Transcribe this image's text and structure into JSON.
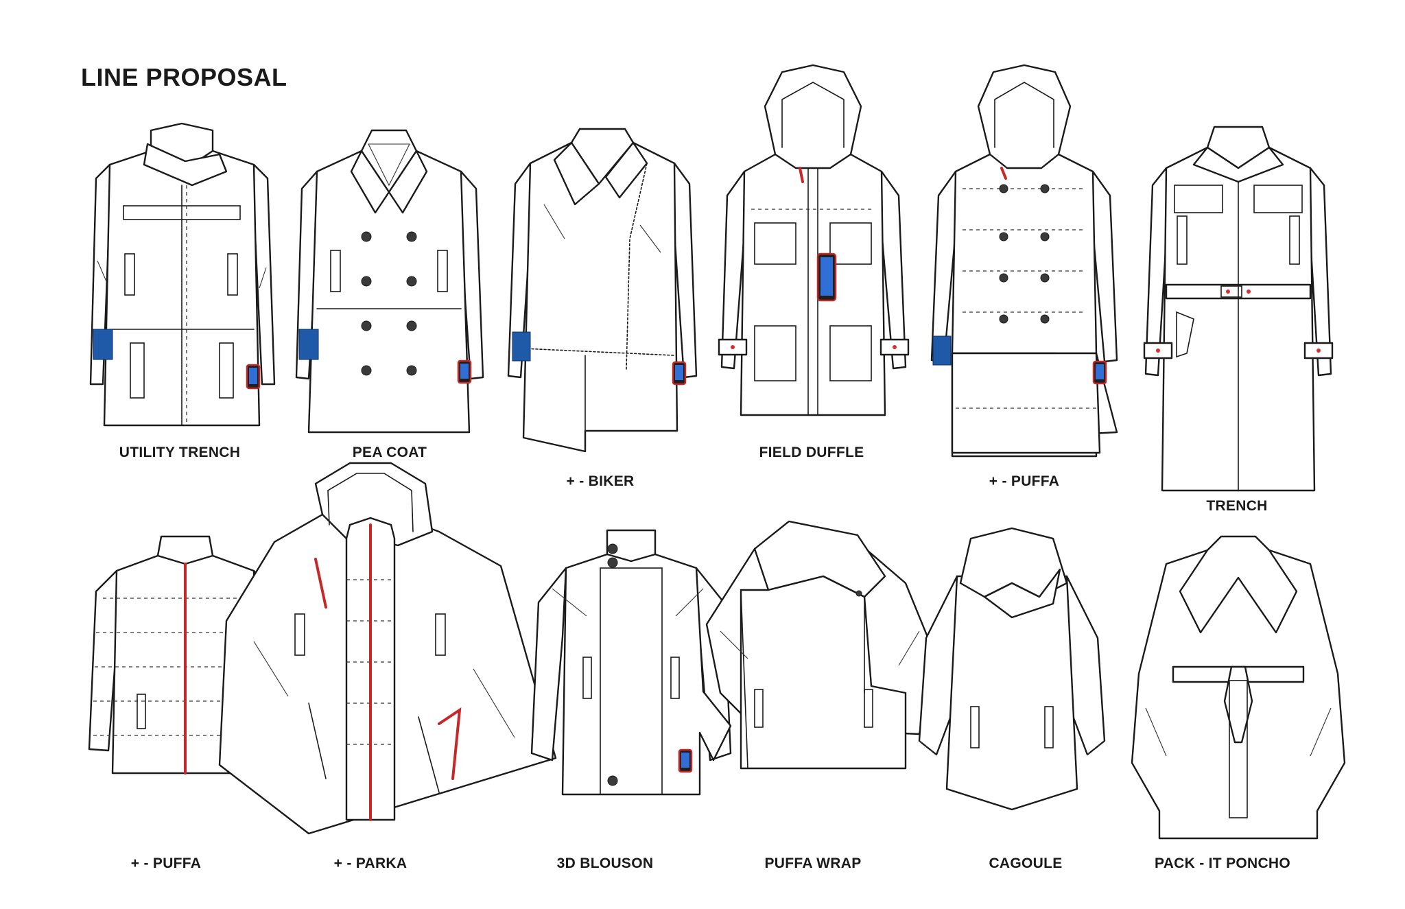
{
  "title": "LINE PROPOSAL",
  "garments": [
    {
      "id": "utility-trench",
      "label": "UTILITY TRENCH"
    },
    {
      "id": "pea-coat",
      "label": "PEA COAT"
    },
    {
      "id": "biker",
      "label": "+ - BIKER"
    },
    {
      "id": "field-duffle",
      "label": "FIELD DUFFLE"
    },
    {
      "id": "puffa-top",
      "label": "+ - PUFFA"
    },
    {
      "id": "trench",
      "label": "TRENCH"
    },
    {
      "id": "puffa-bottom",
      "label": "+ - PUFFA"
    },
    {
      "id": "parka",
      "label": "+ - PARKA"
    },
    {
      "id": "blouson",
      "label": "3D BLOUSON"
    },
    {
      "id": "puffa-wrap",
      "label": "PUFFA WRAP"
    },
    {
      "id": "cagoule",
      "label": "CAGOULE"
    },
    {
      "id": "poncho",
      "label": "PACK - IT PONCHO"
    }
  ],
  "colors": {
    "line": "#1a1a1a",
    "accent_red": "#c62828",
    "phone_screen": "#2f6fd6",
    "card_blue": "#1f5aa8"
  }
}
